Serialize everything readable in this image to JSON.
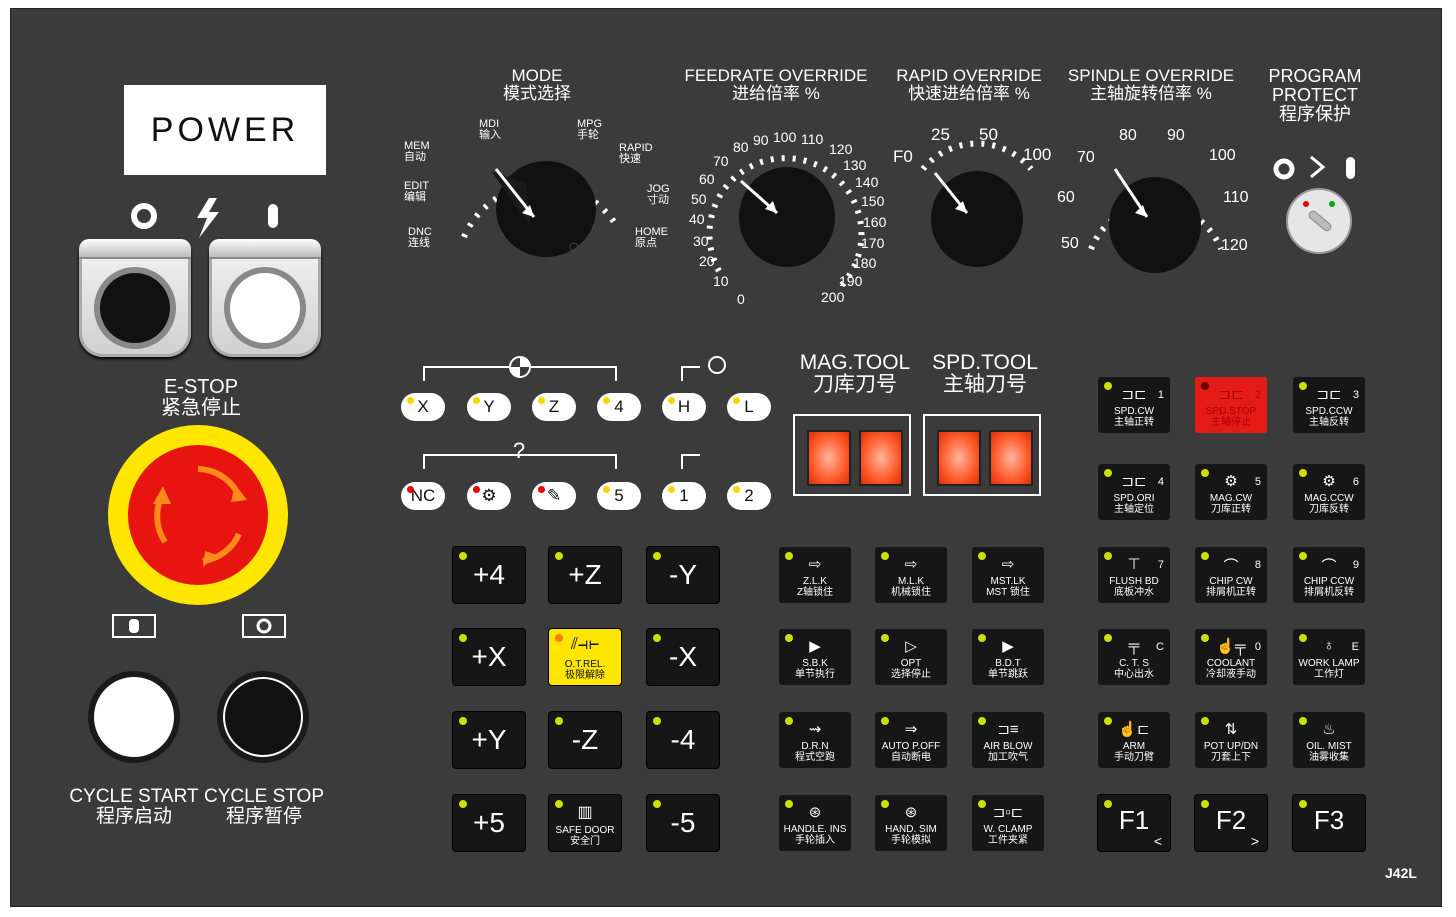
{
  "power": {
    "label": "POWER",
    "on_icon": "circle-icon",
    "off_icon": "bar-icon",
    "lightning_icon": "lightning-icon"
  },
  "estop": {
    "label_en": "E-STOP",
    "label_cn": "紧急停止"
  },
  "cycle": {
    "start_en": "CYCLE START",
    "start_cn": "程序启动",
    "stop_en": "CYCLE STOP",
    "stop_cn": "程序暂停"
  },
  "mode": {
    "title_en": "MODE",
    "title_cn": "模式选择",
    "positions": [
      {
        "en": "DNC",
        "cn": "连线"
      },
      {
        "en": "EDIT",
        "cn": "编辑"
      },
      {
        "en": "MEM",
        "cn": "自动"
      },
      {
        "en": "MDI",
        "cn": "输入"
      },
      {
        "en": "",
        "cn": ""
      },
      {
        "en": "MPG",
        "cn": "手轮"
      },
      {
        "en": "RAPID",
        "cn": "快速"
      },
      {
        "en": "JOG",
        "cn": "寸动"
      },
      {
        "en": "HOME",
        "cn": "原点"
      }
    ]
  },
  "feedrate": {
    "title_en": "FEEDRATE OVERRIDE",
    "title_cn": "进给倍率",
    "unit": "%",
    "scale": [
      "0",
      "10",
      "20",
      "30",
      "40",
      "50",
      "60",
      "70",
      "80",
      "90",
      "100",
      "110",
      "120",
      "130",
      "140",
      "150",
      "160",
      "170",
      "180",
      "190",
      "200"
    ]
  },
  "rapid": {
    "title_en": "RAPID OVERRIDE",
    "title_cn": "快速进给倍率",
    "unit": "%",
    "scale": [
      "F0",
      "25",
      "50",
      "100"
    ]
  },
  "spindle": {
    "title_en": "SPINDLE OVERRIDE",
    "title_cn": "主轴旋转倍率",
    "unit": "%",
    "scale": [
      "50",
      "60",
      "70",
      "80",
      "90",
      "100",
      "110",
      "120"
    ]
  },
  "protect": {
    "title_en1": "PROGRAM",
    "title_en2": "PROTECT",
    "title_cn": "程序保护"
  },
  "axis": {
    "buttons": [
      "X",
      "Y",
      "Z",
      "4",
      "H",
      "L"
    ],
    "row2": [
      "NC",
      "",
      "",
      "5",
      "1",
      "2"
    ],
    "question": "?"
  },
  "mag_tool": {
    "title_en": "MAG.TOOL",
    "title_cn": "刀库刀号"
  },
  "spd_tool": {
    "title_en": "SPD.TOOL",
    "title_cn": "主轴刀号"
  },
  "jog_keys": {
    "r1": [
      "+4",
      "+Z",
      "-Y"
    ],
    "r2": [
      "+X",
      "",
      "-X"
    ],
    "r3": [
      "+Y",
      "-Z",
      "-4"
    ],
    "r4": [
      "+5",
      "",
      "-5"
    ],
    "otrel_en": "O.T.REL.",
    "otrel_cn": "极限解除",
    "door_en": "SAFE DOOR",
    "door_cn": "安全门"
  },
  "func_keys": [
    {
      "en": "Z.L.K",
      "cn": "Z轴锁住"
    },
    {
      "en": "M.L.K",
      "cn": "机械锁住"
    },
    {
      "en": "MST.LK",
      "cn": "MST 锁住"
    },
    {
      "en": "S.B.K",
      "cn": "单节执行"
    },
    {
      "en": "OPT",
      "cn": "选择停止"
    },
    {
      "en": "B.D.T",
      "cn": "单节跳跃"
    },
    {
      "en": "D.R.N",
      "cn": "程式空跑"
    },
    {
      "en": "AUTO P.OFF",
      "cn": "自动断电"
    },
    {
      "en": "AIR BLOW",
      "cn": "加工吹气"
    },
    {
      "en": "HANDLE. INS",
      "cn": "手轮插入"
    },
    {
      "en": "HAND. SIM",
      "cn": "手轮模拟"
    },
    {
      "en": "W. CLAMP",
      "cn": "工件夹紧"
    }
  ],
  "spindle_keys": [
    {
      "en": "SPD.CW",
      "cn": "主轴正转",
      "num": "1"
    },
    {
      "en": "SPD.STOP",
      "cn": "主轴停止",
      "num": "2"
    },
    {
      "en": "SPD.CCW",
      "cn": "主轴反转",
      "num": "3"
    },
    {
      "en": "SPD.ORI",
      "cn": "主轴定位",
      "num": "4"
    },
    {
      "en": "MAG.CW",
      "cn": "刀库正转",
      "num": "5"
    },
    {
      "en": "MAG.CCW",
      "cn": "刀库反转",
      "num": "6"
    },
    {
      "en": "FLUSH BD",
      "cn": "底板冲水",
      "num": "7"
    },
    {
      "en": "CHIP CW",
      "cn": "排屑机正转",
      "num": "8"
    },
    {
      "en": "CHIP CCW",
      "cn": "排屑机反转",
      "num": "9"
    },
    {
      "en": "C. T. S",
      "cn": "中心出水",
      "num": "C"
    },
    {
      "en": "COOLANT",
      "cn": "冷却液手动",
      "num": "0"
    },
    {
      "en": "WORK LAMP",
      "cn": "工作灯",
      "num": "E"
    },
    {
      "en": "ARM",
      "cn": "手动刀臂",
      "num": ""
    },
    {
      "en": "POT UP/DN",
      "cn": "刀套上下",
      "num": ""
    },
    {
      "en": "OIL. MIST",
      "cn": "油雾收集",
      "num": ""
    }
  ],
  "fkeys": [
    {
      "label": "F1",
      "sub": "<"
    },
    {
      "label": "F2",
      "sub": ">"
    },
    {
      "label": "F3",
      "sub": ""
    }
  ],
  "model": "J42L",
  "colors": {
    "panel": "#3b3b3b",
    "led_green": "#cce000",
    "led_red": "#e00000",
    "estop_red": "#e8140f",
    "estop_yellow": "#ffe600",
    "spd_stop": "#e41b17"
  }
}
